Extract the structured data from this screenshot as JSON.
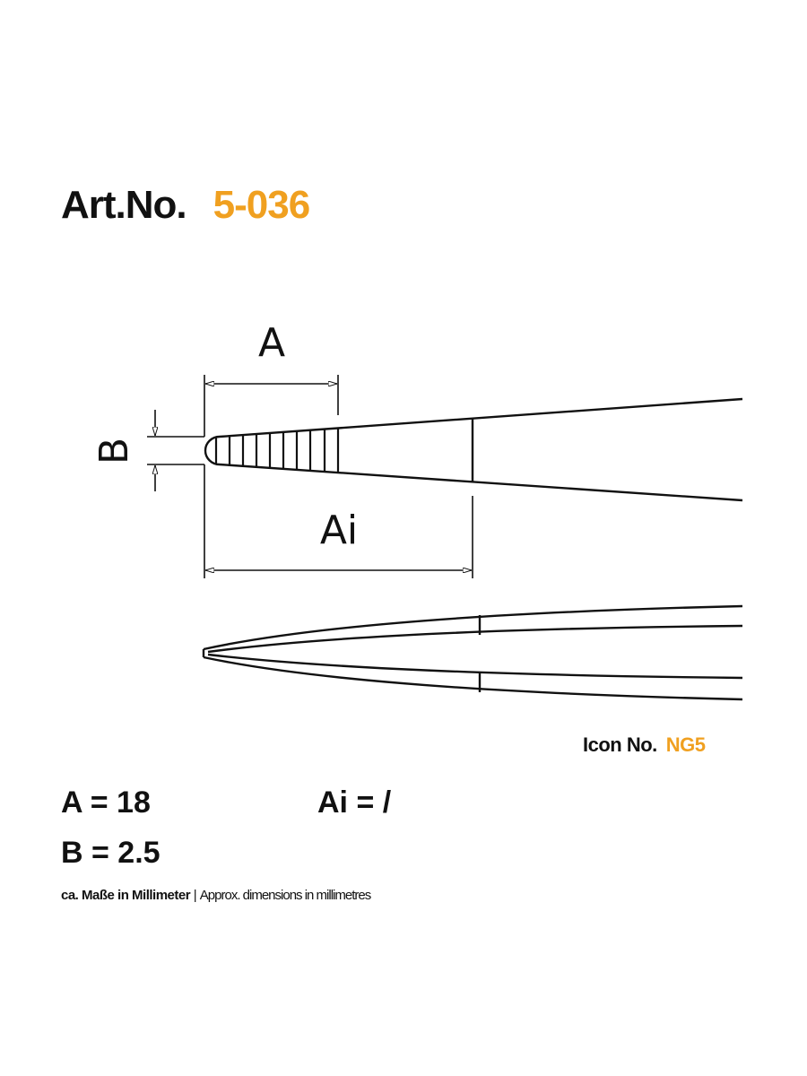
{
  "header": {
    "label": "Art.No.",
    "article_number": "5-036"
  },
  "drawing": {
    "label_a": "A",
    "label_ai": "Ai",
    "label_b": "B"
  },
  "icon": {
    "label": "Icon No.",
    "value": "NG5"
  },
  "dimensions": {
    "a": "A = 18",
    "ai": "Ai = /",
    "b": "B = 2.5"
  },
  "note": {
    "de": "ca. Maße in Millimeter",
    "separator": "|",
    "en": "Approx. dimensions in millimetres"
  },
  "colors": {
    "accent": "#f0a020",
    "text": "#111111"
  }
}
